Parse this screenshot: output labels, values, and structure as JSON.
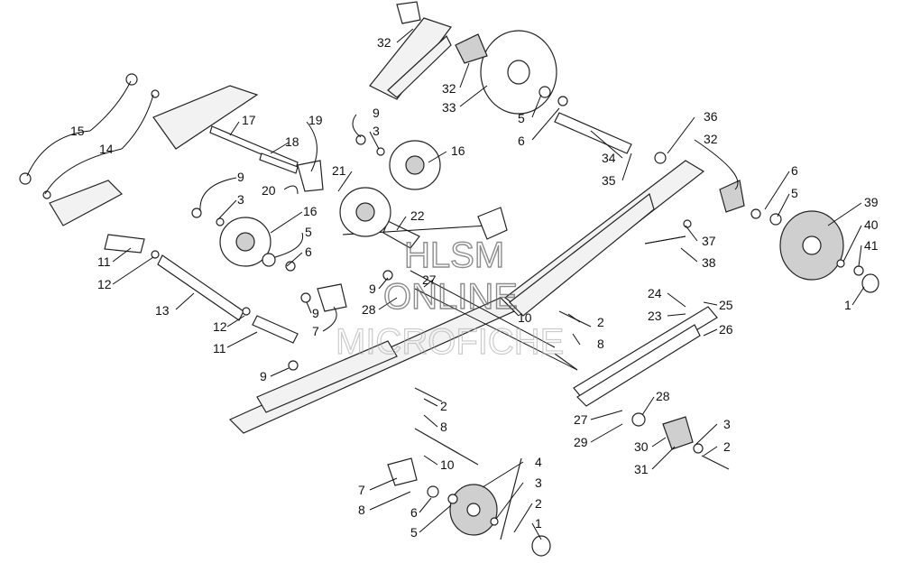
{
  "watermark": {
    "line1": "HLSM",
    "line2": "ONLINE",
    "line3": "MICROFICHE"
  },
  "callouts": [
    {
      "id": "c32a",
      "text": "32"
    },
    {
      "id": "c32b",
      "text": "32"
    },
    {
      "id": "c33",
      "text": "33"
    },
    {
      "id": "c5a",
      "text": "5"
    },
    {
      "id": "c6a",
      "text": "6"
    },
    {
      "id": "c36",
      "text": "36"
    },
    {
      "id": "c32c",
      "text": "32"
    },
    {
      "id": "c34",
      "text": "34"
    },
    {
      "id": "c35",
      "text": "35"
    },
    {
      "id": "c6b",
      "text": "6"
    },
    {
      "id": "c5b",
      "text": "5"
    },
    {
      "id": "c39",
      "text": "39"
    },
    {
      "id": "c40",
      "text": "40"
    },
    {
      "id": "c41",
      "text": "41"
    },
    {
      "id": "c1a",
      "text": "1"
    },
    {
      "id": "c37",
      "text": "37"
    },
    {
      "id": "c38",
      "text": "38"
    },
    {
      "id": "c15",
      "text": "15"
    },
    {
      "id": "c14",
      "text": "14"
    },
    {
      "id": "c17",
      "text": "17"
    },
    {
      "id": "c18",
      "text": "18"
    },
    {
      "id": "c19",
      "text": "19"
    },
    {
      "id": "c9a",
      "text": "9"
    },
    {
      "id": "c3a",
      "text": "3"
    },
    {
      "id": "c16a",
      "text": "16"
    },
    {
      "id": "c21",
      "text": "21"
    },
    {
      "id": "c20",
      "text": "20"
    },
    {
      "id": "c9b",
      "text": "9"
    },
    {
      "id": "c3b",
      "text": "3"
    },
    {
      "id": "c16b",
      "text": "16"
    },
    {
      "id": "c22",
      "text": "22"
    },
    {
      "id": "c5c",
      "text": "5"
    },
    {
      "id": "c6c",
      "text": "6"
    },
    {
      "id": "c11a",
      "text": "11"
    },
    {
      "id": "c12a",
      "text": "12"
    },
    {
      "id": "c13",
      "text": "13"
    },
    {
      "id": "c12b",
      "text": "12"
    },
    {
      "id": "c11b",
      "text": "11"
    },
    {
      "id": "c9c",
      "text": "9"
    },
    {
      "id": "c7a",
      "text": "7"
    },
    {
      "id": "c9d",
      "text": "9"
    },
    {
      "id": "c27a",
      "text": "27"
    },
    {
      "id": "c28a",
      "text": "28"
    },
    {
      "id": "c10a",
      "text": "10"
    },
    {
      "id": "c2a",
      "text": "2"
    },
    {
      "id": "c8a",
      "text": "8"
    },
    {
      "id": "c24",
      "text": "24"
    },
    {
      "id": "c25",
      "text": "25"
    },
    {
      "id": "c23",
      "text": "23"
    },
    {
      "id": "c26",
      "text": "26"
    },
    {
      "id": "c9e",
      "text": "9"
    },
    {
      "id": "c2b",
      "text": "2"
    },
    {
      "id": "c8b",
      "text": "8"
    },
    {
      "id": "c28b",
      "text": "28"
    },
    {
      "id": "c27b",
      "text": "27"
    },
    {
      "id": "c29",
      "text": "29"
    },
    {
      "id": "c3c",
      "text": "3"
    },
    {
      "id": "c30",
      "text": "30"
    },
    {
      "id": "c2c",
      "text": "2"
    },
    {
      "id": "c31",
      "text": "31"
    },
    {
      "id": "c10b",
      "text": "10"
    },
    {
      "id": "c4",
      "text": "4"
    },
    {
      "id": "c7b",
      "text": "7"
    },
    {
      "id": "c3d",
      "text": "3"
    },
    {
      "id": "c8c",
      "text": "8"
    },
    {
      "id": "c6d",
      "text": "6"
    },
    {
      "id": "c2d",
      "text": "2"
    },
    {
      "id": "c5d",
      "text": "5"
    },
    {
      "id": "c1b",
      "text": "1"
    }
  ]
}
